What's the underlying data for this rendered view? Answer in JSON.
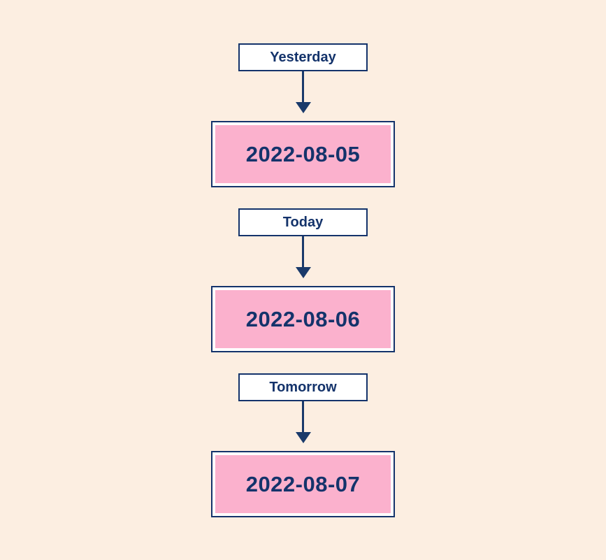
{
  "diagram": {
    "background_color": "#fceee1",
    "accent_navy": "#14336b",
    "pink_fill": "#fbb1cd",
    "label_box_fill": "#ffffff",
    "nodes": [
      {
        "label": "Yesterday",
        "date": "2022-08-05"
      },
      {
        "label": "Today",
        "date": "2022-08-06"
      },
      {
        "label": "Tomorrow",
        "date": "2022-08-07"
      }
    ]
  }
}
